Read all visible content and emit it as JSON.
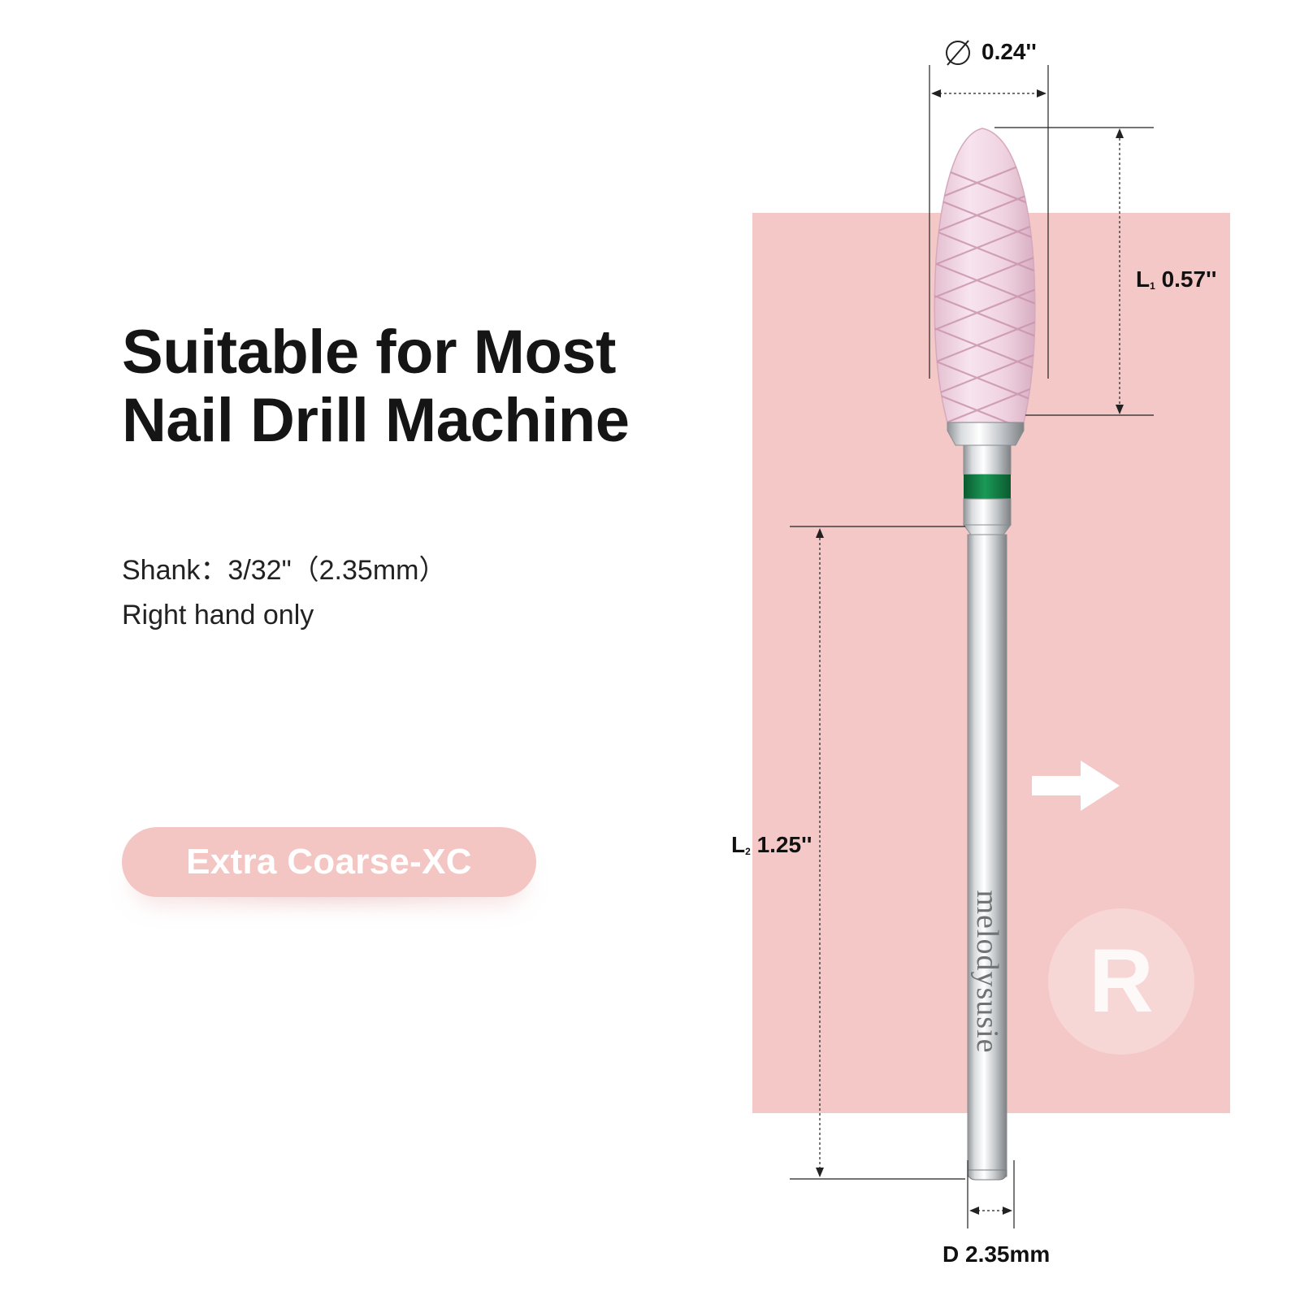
{
  "headline": {
    "line1": "Suitable for Most",
    "line2": "Nail Drill Machine"
  },
  "specs": {
    "shank": "Shank：3/32\"（2.35mm）",
    "hand": "Right hand only"
  },
  "grit_badge": {
    "label": "Extra Coarse-XC"
  },
  "product": {
    "brand_engraving": "melodysusie",
    "rotation_badge": "R",
    "band_color": "#0f7a43",
    "head_color": "#f0d3e0",
    "panel_color": "#f4c8c6"
  },
  "dimensions": {
    "head_diameter": "0.24''",
    "head_length_prefix": "L",
    "head_length_sub": "1",
    "head_length_value": "0.57''",
    "shank_length_prefix": "L",
    "shank_length_sub": "2",
    "shank_length_value": "1.25''",
    "shank_diameter": "D 2.35mm"
  },
  "icons": {
    "diameter": "diameter-symbol-icon",
    "direction": "right-arrow-icon"
  }
}
